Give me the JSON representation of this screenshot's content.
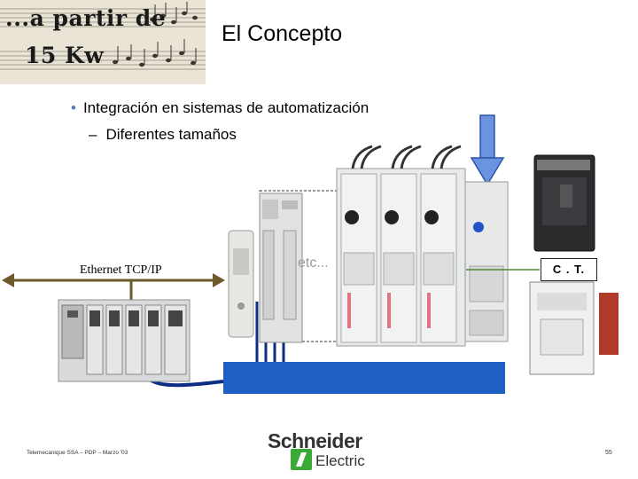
{
  "header": {
    "line1": "...a partir de",
    "line2": "15 Kw"
  },
  "slide": {
    "title": "El Concepto"
  },
  "bullets": {
    "main": "Integración en sistemas de automatización",
    "sub": "Diferentes tamaños"
  },
  "diagram": {
    "ethernet_label": "Ethernet TCP/IP",
    "etc_label": "etc...",
    "ct_label": "C . T."
  },
  "footer": {
    "left_text": "Telemecanique SSA – PDP – Marzo '03",
    "brand": "Schneider",
    "brand_sub": "Electric",
    "page": "55"
  },
  "colors": {
    "bullet": "#4f81bd",
    "busbar": "#1f5fc4",
    "cable": "#0b2e82",
    "ethernet_arrow": "#6b5a2a",
    "blue_arrow": "#4a7fd8",
    "brand_green": "#3aa935"
  }
}
